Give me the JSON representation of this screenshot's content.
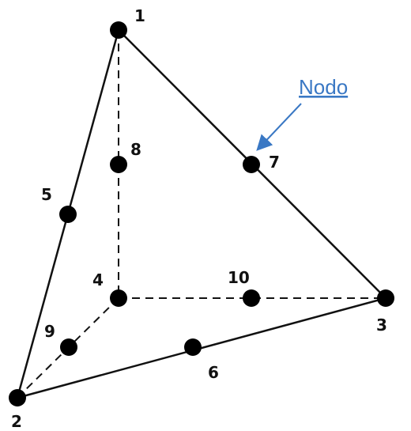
{
  "colors": {
    "line": "#111111",
    "node": "#000000",
    "callout": "#3a78c4"
  },
  "nodes": [
    {
      "id": "1",
      "label": "1"
    },
    {
      "id": "2",
      "label": "2"
    },
    {
      "id": "3",
      "label": "3"
    },
    {
      "id": "4",
      "label": "4"
    },
    {
      "id": "5",
      "label": "5"
    },
    {
      "id": "6",
      "label": "6"
    },
    {
      "id": "7",
      "label": "7"
    },
    {
      "id": "8",
      "label": "8"
    },
    {
      "id": "9",
      "label": "9"
    },
    {
      "id": "10",
      "label": "10"
    }
  ],
  "edges": [
    {
      "from": "1",
      "to": "2",
      "style": "solid"
    },
    {
      "from": "1",
      "to": "3",
      "style": "solid"
    },
    {
      "from": "2",
      "to": "3",
      "style": "solid"
    },
    {
      "from": "1",
      "to": "4",
      "style": "dashed"
    },
    {
      "from": "4",
      "to": "3",
      "style": "dashed"
    },
    {
      "from": "4",
      "to": "2",
      "style": "dashed"
    }
  ],
  "callout": {
    "label": "Nodo",
    "points_to": "7"
  }
}
